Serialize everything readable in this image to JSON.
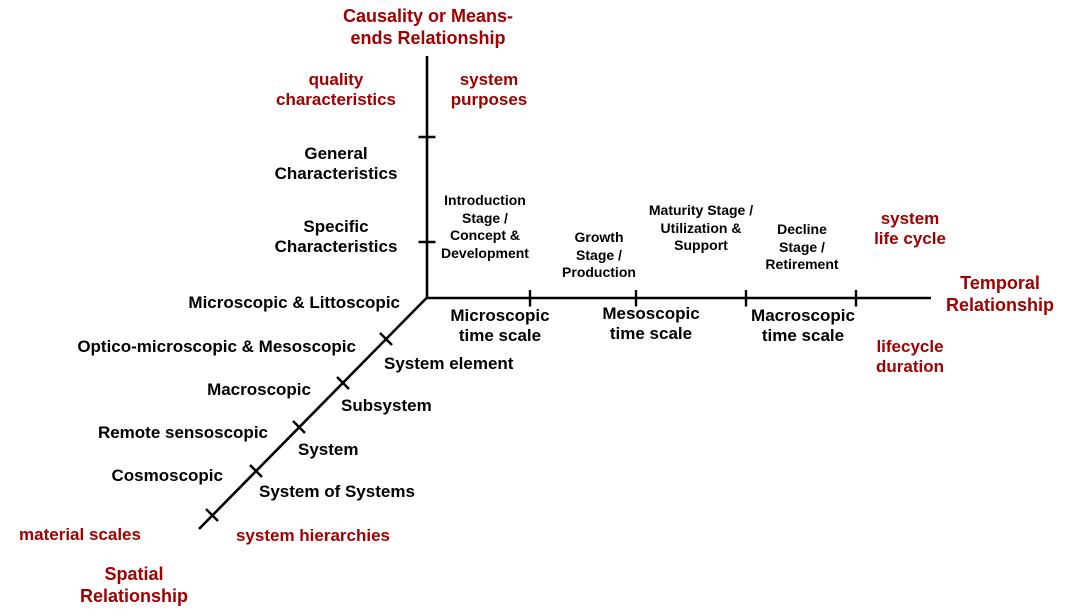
{
  "colors": {
    "accent": "#a00000",
    "text": "#000000",
    "background": "#ffffff"
  },
  "axes": {
    "causality": {
      "title": "Causality or Means-\nends Relationship",
      "category_left": "quality\ncharacteristics",
      "category_right": "system\npurposes",
      "ticks": {
        "general": "General\nCharacteristics",
        "specific": "Specific\nCharacteristics"
      }
    },
    "temporal": {
      "title": "Temporal\nRelationship",
      "category_top": "system\nlife cycle",
      "category_bottom": "lifecycle\nduration",
      "stages": {
        "introduction": "Introduction\nStage /\nConcept &\nDevelopment",
        "growth": "Growth\nStage /\nProduction",
        "maturity": "Maturity Stage /\nUtilization &\nSupport",
        "decline": "Decline\nStage /\nRetirement"
      },
      "time_scales": {
        "micro": "Microscopic\ntime scale",
        "meso": "Mesoscopic\ntime scale",
        "macro": "Macroscopic\ntime scale"
      }
    },
    "spatial": {
      "title": "Spatial\nRelationship",
      "category_left": "material scales",
      "category_right": "system hierarchies",
      "material_scales": {
        "micro_litto": "Microscopic & Littoscopic",
        "optico_meso": "Optico-microscopic & Mesoscopic",
        "macro": "Macroscopic",
        "remote": "Remote sensoscopic",
        "cosmo": "Cosmoscopic"
      },
      "system_hierarchies": {
        "element": "System element",
        "subsystem": "Subsystem",
        "system": "System",
        "system_of_systems": "System of Systems"
      }
    }
  }
}
